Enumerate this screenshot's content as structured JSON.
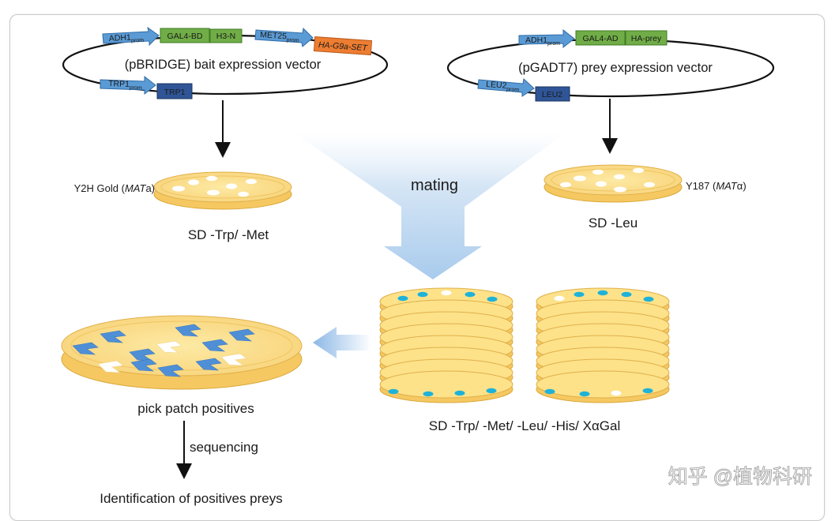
{
  "bait_vector": {
    "label": "(pBRIDGE) bait expression vector",
    "promoter1": "ADH1",
    "promoter1_sub": "prom",
    "gal4_bd": "GAL4-BD",
    "h3n": "H3-N",
    "promoter2": "MET25",
    "promoter2_sub": "prom",
    "ha_set": "HA-G9a-SET",
    "promoter3": "TRP1",
    "promoter3_sub": "prom",
    "marker": "TRP1"
  },
  "prey_vector": {
    "label": "(pGADT7) prey expression vector",
    "promoter1": "ADH1",
    "promoter1_sub": "prom",
    "gal4_ad": "GAL4-AD",
    "ha_prey": "HA-prey",
    "promoter2": "LEU2",
    "promoter2_sub": "prom",
    "marker": "LEU2"
  },
  "bait_strain": {
    "name_prefix": "Y2H Gold (",
    "name_italic": "MAT",
    "name_suffix": "a)",
    "medium": "SD -Trp/ -Met"
  },
  "prey_strain": {
    "name_prefix": "Y187 (",
    "name_italic": "MAT",
    "name_suffix": "α)",
    "medium": "SD -Leu"
  },
  "mating_label": "mating",
  "selection_medium": "SD -Trp/ -Met/ -Leu/ -His/ XαGal",
  "pick_label": "pick patch positives",
  "sequencing_label": "sequencing",
  "final_label": "Identification of positives preys",
  "watermark": "知乎 @植物科研",
  "colors": {
    "promoter": "#5b9bd5",
    "gal4": "#70ad47",
    "marker": "#2f5597",
    "ha_set": "#ed7d31",
    "plate": "#fde48a",
    "colony_blue": "#1fb2d8",
    "patch_blue": "#4f8fd6"
  }
}
